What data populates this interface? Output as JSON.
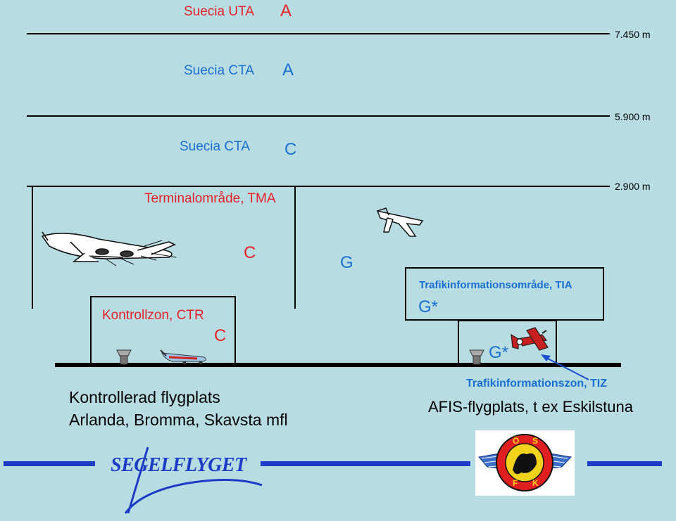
{
  "airspace": {
    "uta_label": "Suecia UTA",
    "uta_class": "A",
    "cta_upper_label": "Suecia CTA",
    "cta_upper_class": "A",
    "cta_lower_label": "Suecia CTA",
    "cta_lower_class": "C",
    "tma_label": "Terminalområde, TMA",
    "tma_class": "C",
    "ctr_label": "Kontrollzon, CTR",
    "ctr_class": "C",
    "uncontrolled_class": "G",
    "tia_label": "Trafikinformationsområde, TIA",
    "tia_class": "G*",
    "tiz_class": "G*",
    "tiz_label": "Trafikinformationszon, TIZ"
  },
  "altitudes": {
    "level1": "7.450 m",
    "level2": "5.900 m",
    "level3": "2.900 m"
  },
  "airports": {
    "controlled_title": "Kontrollerad flygplats",
    "controlled_examples": "Arlanda, Bromma, Skavsta mfl",
    "afis": "AFIS-flygplats, t ex Eskilstuna"
  },
  "branding": {
    "logo_text": "SEGELFLYGET",
    "badge_letters": [
      "Ö",
      "S",
      "F",
      "K"
    ]
  },
  "colors": {
    "background": "#b7dde3",
    "red": "#e8202a",
    "blue": "#1a6fd0",
    "brand_blue": "#1c3cc8"
  }
}
